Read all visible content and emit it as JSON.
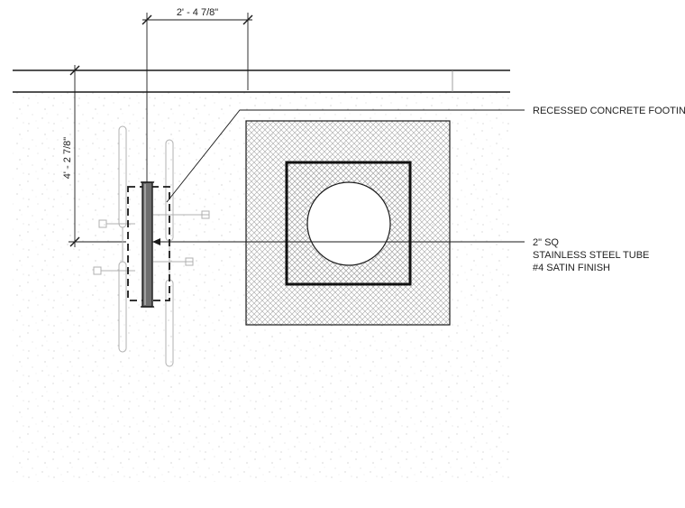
{
  "dimensions": {
    "horizontal": "2' - 4 7/8\"",
    "vertical": "4' - 2 7/8\""
  },
  "notes": {
    "footing": "RECESSED CONCRETE FOOTING",
    "tube_line1": "2\" SQ",
    "tube_line2": "STAINLESS STEEL TUBE",
    "tube_line3": "#4 SATIN FINISH"
  },
  "colors": {
    "line": "#1a1a1a",
    "hatch": "#9a9a9a",
    "stipple": "#c8c8c8"
  }
}
